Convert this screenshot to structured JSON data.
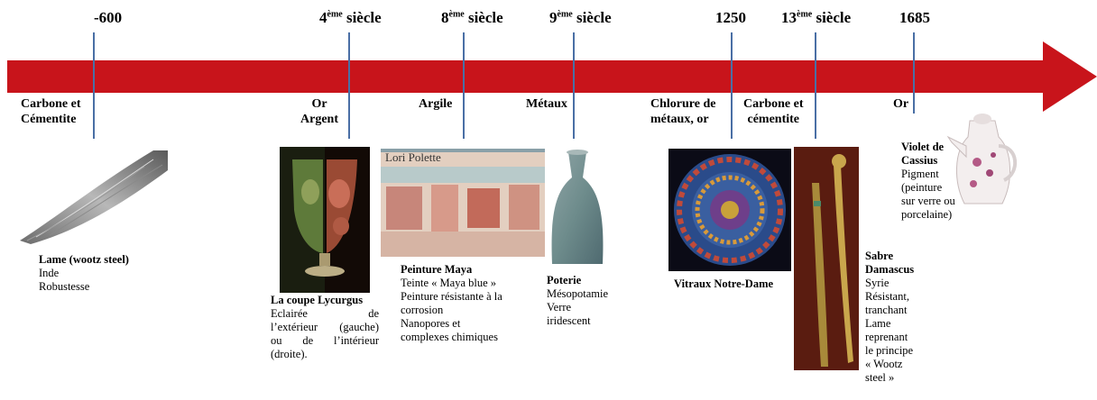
{
  "timeline": {
    "arrow_color": "#c8141b",
    "tick_color": "#4a6fa5",
    "dates": [
      {
        "main": "-600",
        "sup": ""
      },
      {
        "main": "4",
        "sup": "ème",
        "rest": " siècle"
      },
      {
        "main": "8",
        "sup": "ème",
        "rest": " siècle"
      },
      {
        "main": "9",
        "sup": "ème",
        "rest": " siècle"
      },
      {
        "main": "1250",
        "sup": ""
      },
      {
        "main": "13",
        "sup": "ème",
        "rest": " siècle"
      },
      {
        "main": "1685",
        "sup": ""
      }
    ],
    "materials": [
      {
        "line1": "Carbone et",
        "line2": "Cémentite"
      },
      {
        "line1": "Or",
        "line2": "Argent"
      },
      {
        "line1": "Argile",
        "line2": ""
      },
      {
        "line1": "Métaux",
        "line2": ""
      },
      {
        "line1": "Chlorure de",
        "line2": "métaux,  or"
      },
      {
        "line1": "Carbone et",
        "line2": "cémentite"
      },
      {
        "line1": "Or",
        "line2": ""
      }
    ]
  },
  "items": {
    "blade": {
      "title": "Lame (wootz steel)",
      "lines": [
        "Inde",
        "Robustesse"
      ]
    },
    "cup": {
      "title": "La coupe Lycurgus",
      "lines": [
        "Eclairée de",
        "l’extérieur (gauche)",
        "ou de l’intérieur",
        "(droite)."
      ]
    },
    "maya": {
      "overlay": "Lori Polette",
      "title": "Peinture Maya",
      "lines": [
        "Teinte « Maya blue »",
        "Peinture résistante à la",
        "corrosion",
        "Nanopores et",
        "complexes chimiques"
      ]
    },
    "pottery": {
      "title": "Poterie",
      "lines": [
        "Mésopotamie",
        "Verre",
        "iridescent"
      ]
    },
    "window": {
      "title": "Vitraux Notre-Dame",
      "lines": []
    },
    "saber": {
      "title": "Sabre Damascus",
      "lines": [
        "Syrie",
        "Résistant,",
        "tranchant",
        "Lame",
        "reprenant",
        "le principe",
        "« Wootz",
        "steel »"
      ]
    },
    "cassius": {
      "title": "Violet de Cassius",
      "lines": [
        "Pigment",
        "(peinture",
        "sur verre ou",
        "porcelaine)"
      ]
    }
  }
}
